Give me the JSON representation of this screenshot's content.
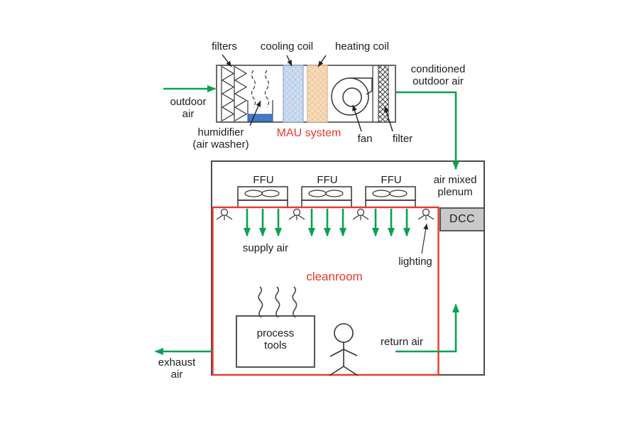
{
  "labels": {
    "filters": "filters",
    "cooling_coil": "cooling coil",
    "heating_coil": "heating coil",
    "conditioned_l1": "conditioned",
    "conditioned_l2": "outdoor air",
    "outdoor_l1": "outdoor",
    "outdoor_l2": "air",
    "humidifier_l1": "humidifier",
    "humidifier_l2": "(air washer)",
    "mau_system": "MAU system",
    "fan": "fan",
    "filter": "filter",
    "ffu": [
      "FFU",
      "FFU",
      "FFU"
    ],
    "plenum_l1": "air mixed",
    "plenum_l2": "plenum",
    "dcc": "DCC",
    "supply_air": "supply air",
    "lighting": "lighting",
    "cleanroom": "cleanroom",
    "process_l1": "process",
    "process_l2": "tools",
    "return_air": "return air",
    "exhaust_l1": "exhaust",
    "exhaust_l2": "air"
  },
  "colors": {
    "flow_green": "#0ba150",
    "accent_red": "#e8372e",
    "cooling_fill": "#cfdff2",
    "heating_fill": "#f8dcbb",
    "water_blue": "#3f7cc4",
    "dcc_fill": "#c9c9c9"
  }
}
